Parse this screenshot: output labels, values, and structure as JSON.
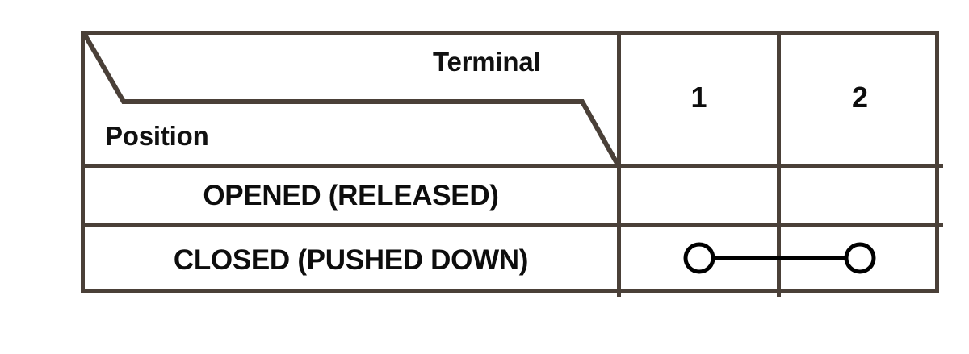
{
  "table": {
    "corner_header": {
      "column_axis_label": "Terminal",
      "row_axis_label": "Position"
    },
    "terminal_columns": [
      {
        "label": "1"
      },
      {
        "label": "2"
      }
    ],
    "rows": [
      {
        "position_label": "OPENED (RELEASED)",
        "continuity": false,
        "cells": [
          "",
          ""
        ]
      },
      {
        "position_label": "CLOSED (PUSHED DOWN)",
        "continuity": true,
        "cells": [
          "",
          ""
        ]
      }
    ]
  },
  "symbols": {
    "continuity_symbol_name": "continuity-link-icon",
    "continuity_description": "two terminal circles joined by a horizontal line"
  },
  "style": {
    "border_color": "#4a4038",
    "text_color": "#0d0d0d",
    "symbol_color": "#000000",
    "background": "#ffffff"
  }
}
